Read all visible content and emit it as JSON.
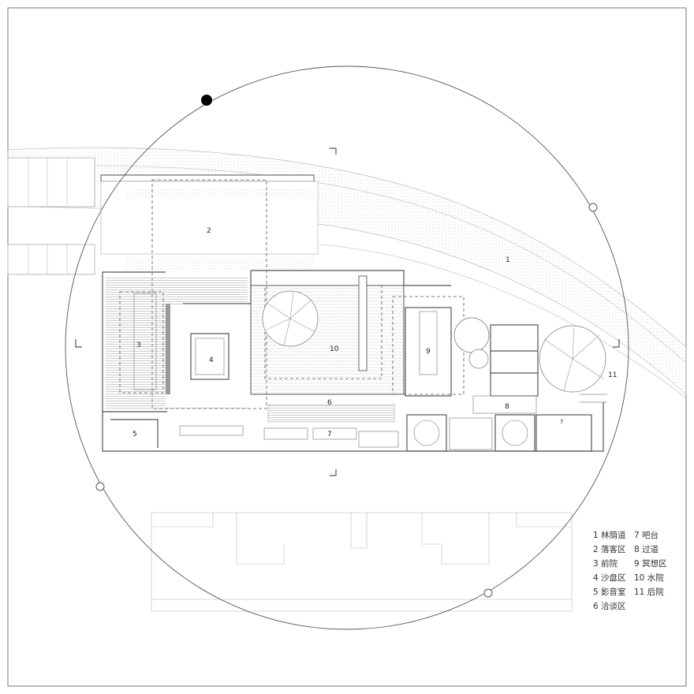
{
  "plan_labels": {
    "l1": "1",
    "l2": "2",
    "l3": "3",
    "l4": "4",
    "l5": "5",
    "l6": "6",
    "l7a": "7",
    "l7b": "7",
    "l8": "8",
    "l9": "9",
    "l10": "10",
    "l11": "11"
  },
  "legend": [
    "1 林荫道",
    "7 吧台",
    "2 落客区",
    "8 过道",
    "3 前院",
    "9 冥想区",
    "4 沙盘区",
    "10 水院",
    "5 影音室",
    "11 后院",
    "6 洽谈区",
    ""
  ]
}
